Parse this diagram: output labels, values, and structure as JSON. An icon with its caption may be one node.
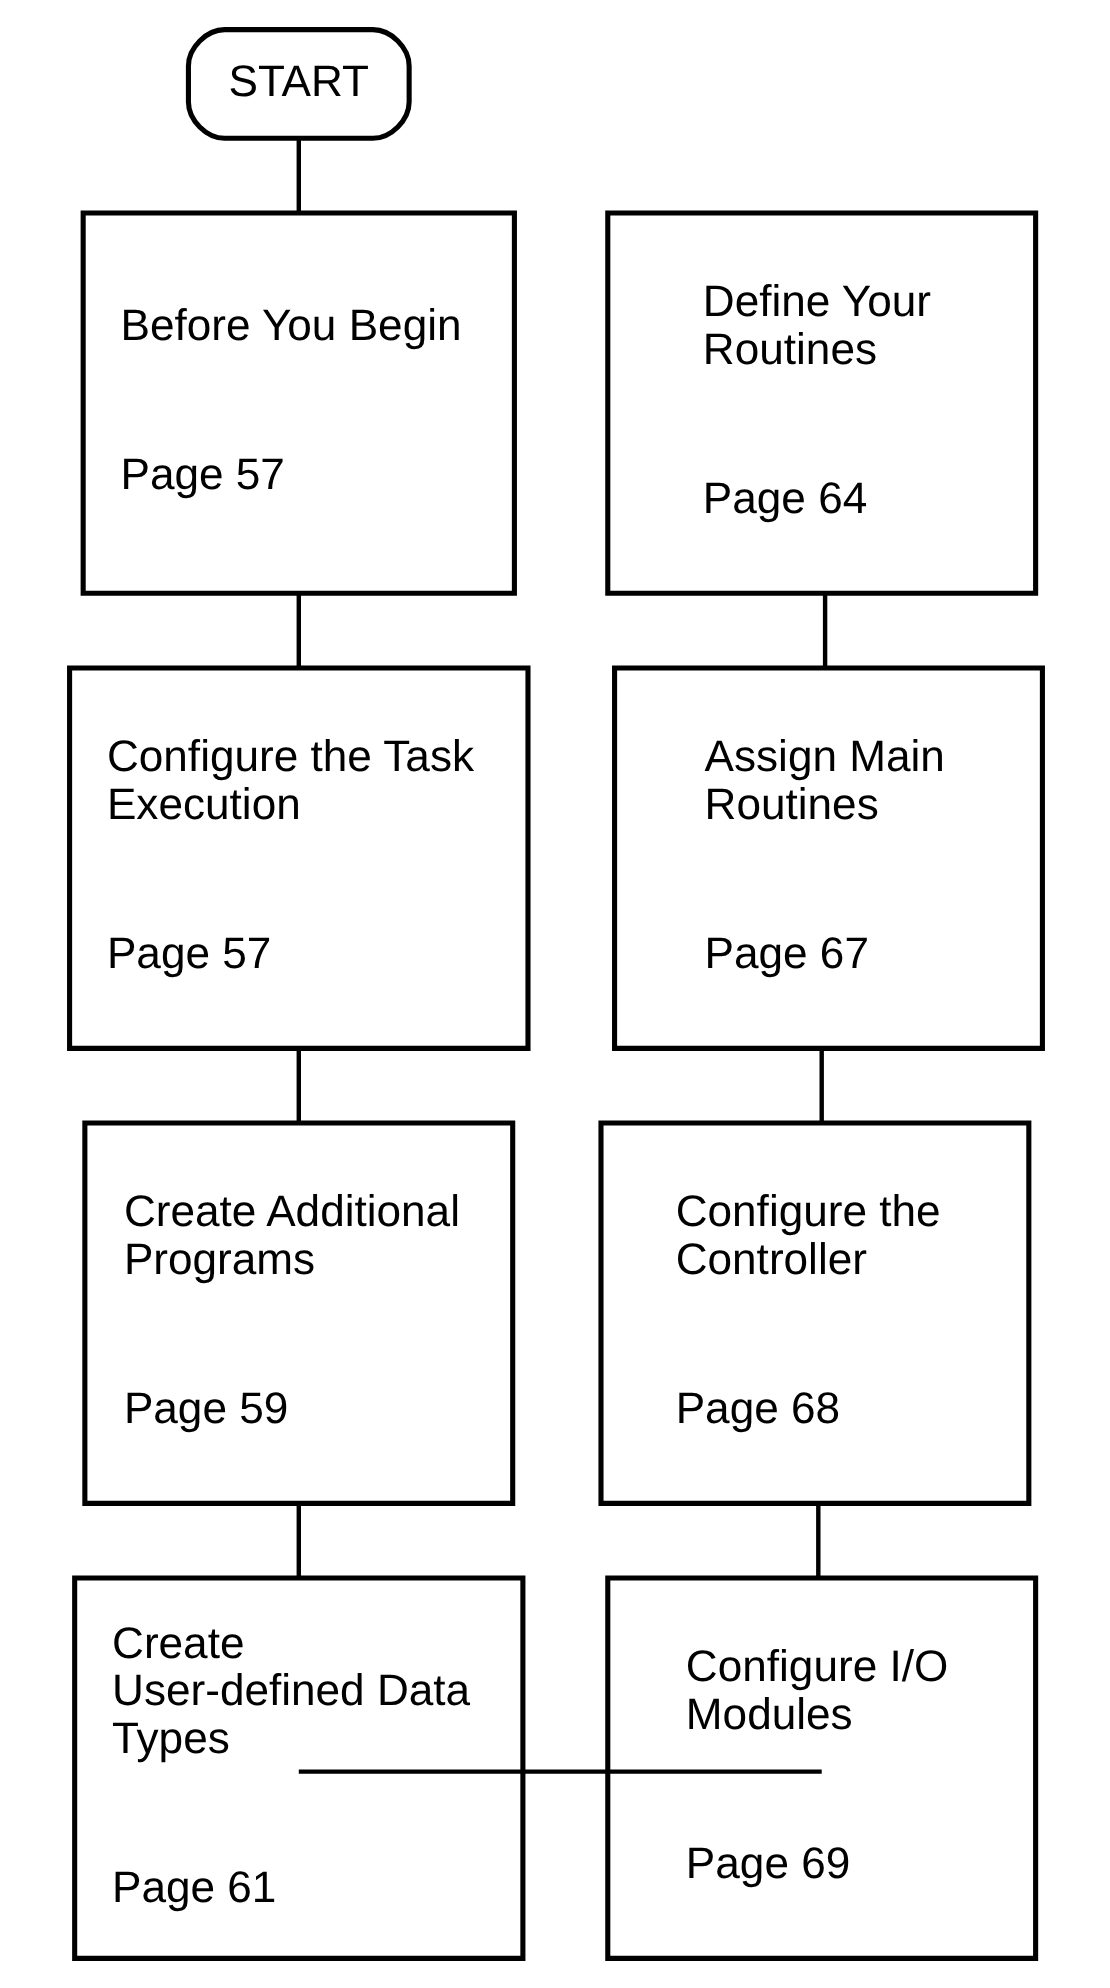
{
  "diagram": {
    "nodes": [
      {
        "text": [
          "START"
        ]
      },
      {
        "text": [
          "Before You Begin",
          "Page 57"
        ]
      },
      {
        "text": [
          "Configure the Task Execution",
          "Page 57"
        ]
      },
      {
        "text": [
          "Create Additional Programs",
          "Page 59"
        ]
      },
      {
        "text": [
          "Create User-defined Data Types",
          "Page 61"
        ]
      },
      {
        "text": [
          "Define Your Routines",
          "Page 64"
        ]
      },
      {
        "text": [
          "Assign Main Routines",
          "Page 67"
        ]
      },
      {
        "text": [
          "Configure the Controller",
          "Page 68"
        ]
      },
      {
        "text": [
          "Configure I/O Modules",
          "Page 69"
        ]
      }
    ],
    "edges": [
      {
        "from": 0,
        "to": 1,
        "arrow": "none"
      },
      {
        "from": 1,
        "to": 2,
        "arrow": "none"
      },
      {
        "from": 2,
        "to": 3,
        "arrow": "none"
      },
      {
        "from": 3,
        "to": 4,
        "arrow": "none"
      },
      {
        "from": 4,
        "to": 8,
        "arrow": "none"
      },
      {
        "from": 8,
        "to": 7,
        "arrow": "none"
      },
      {
        "from": 7,
        "to": 6,
        "arrow": "none"
      },
      {
        "from": 6,
        "to": 5,
        "arrow": "none"
      }
    ]
  }
}
